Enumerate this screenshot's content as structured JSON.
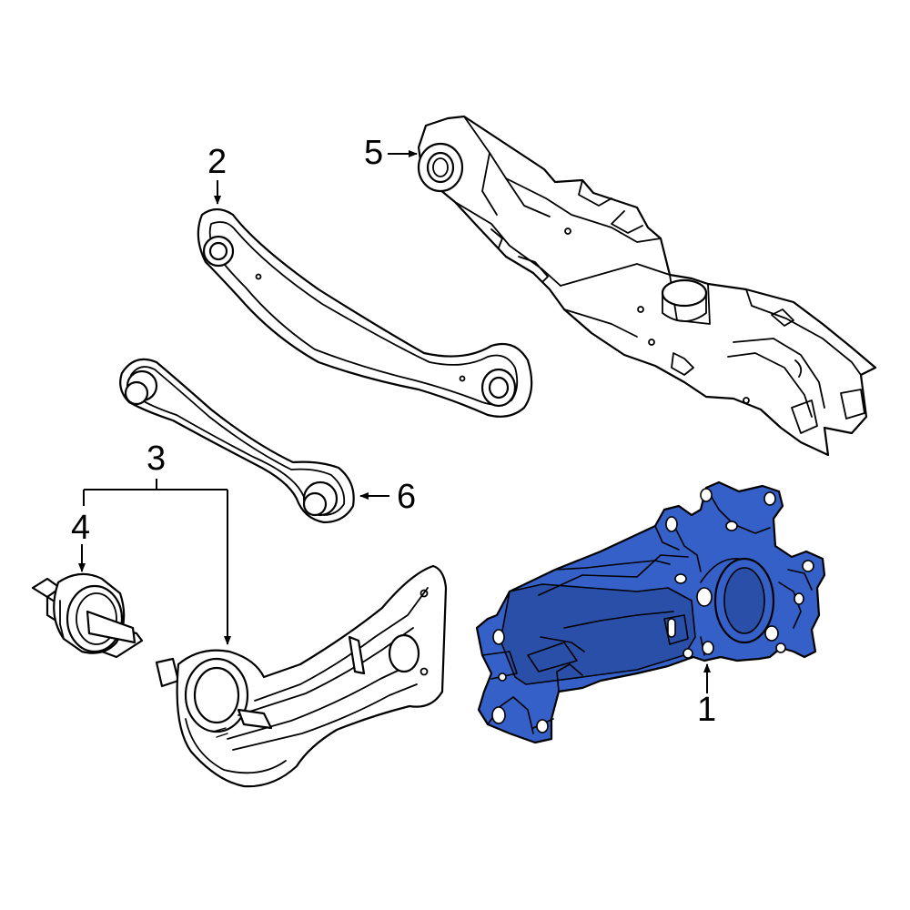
{
  "callouts": {
    "c1": "1",
    "c2": "2",
    "c3": "3",
    "c4": "4",
    "c5": "5",
    "c6": "6"
  },
  "colors": {
    "highlight": "#3560c8",
    "line": "#000000",
    "background": "#ffffff"
  }
}
